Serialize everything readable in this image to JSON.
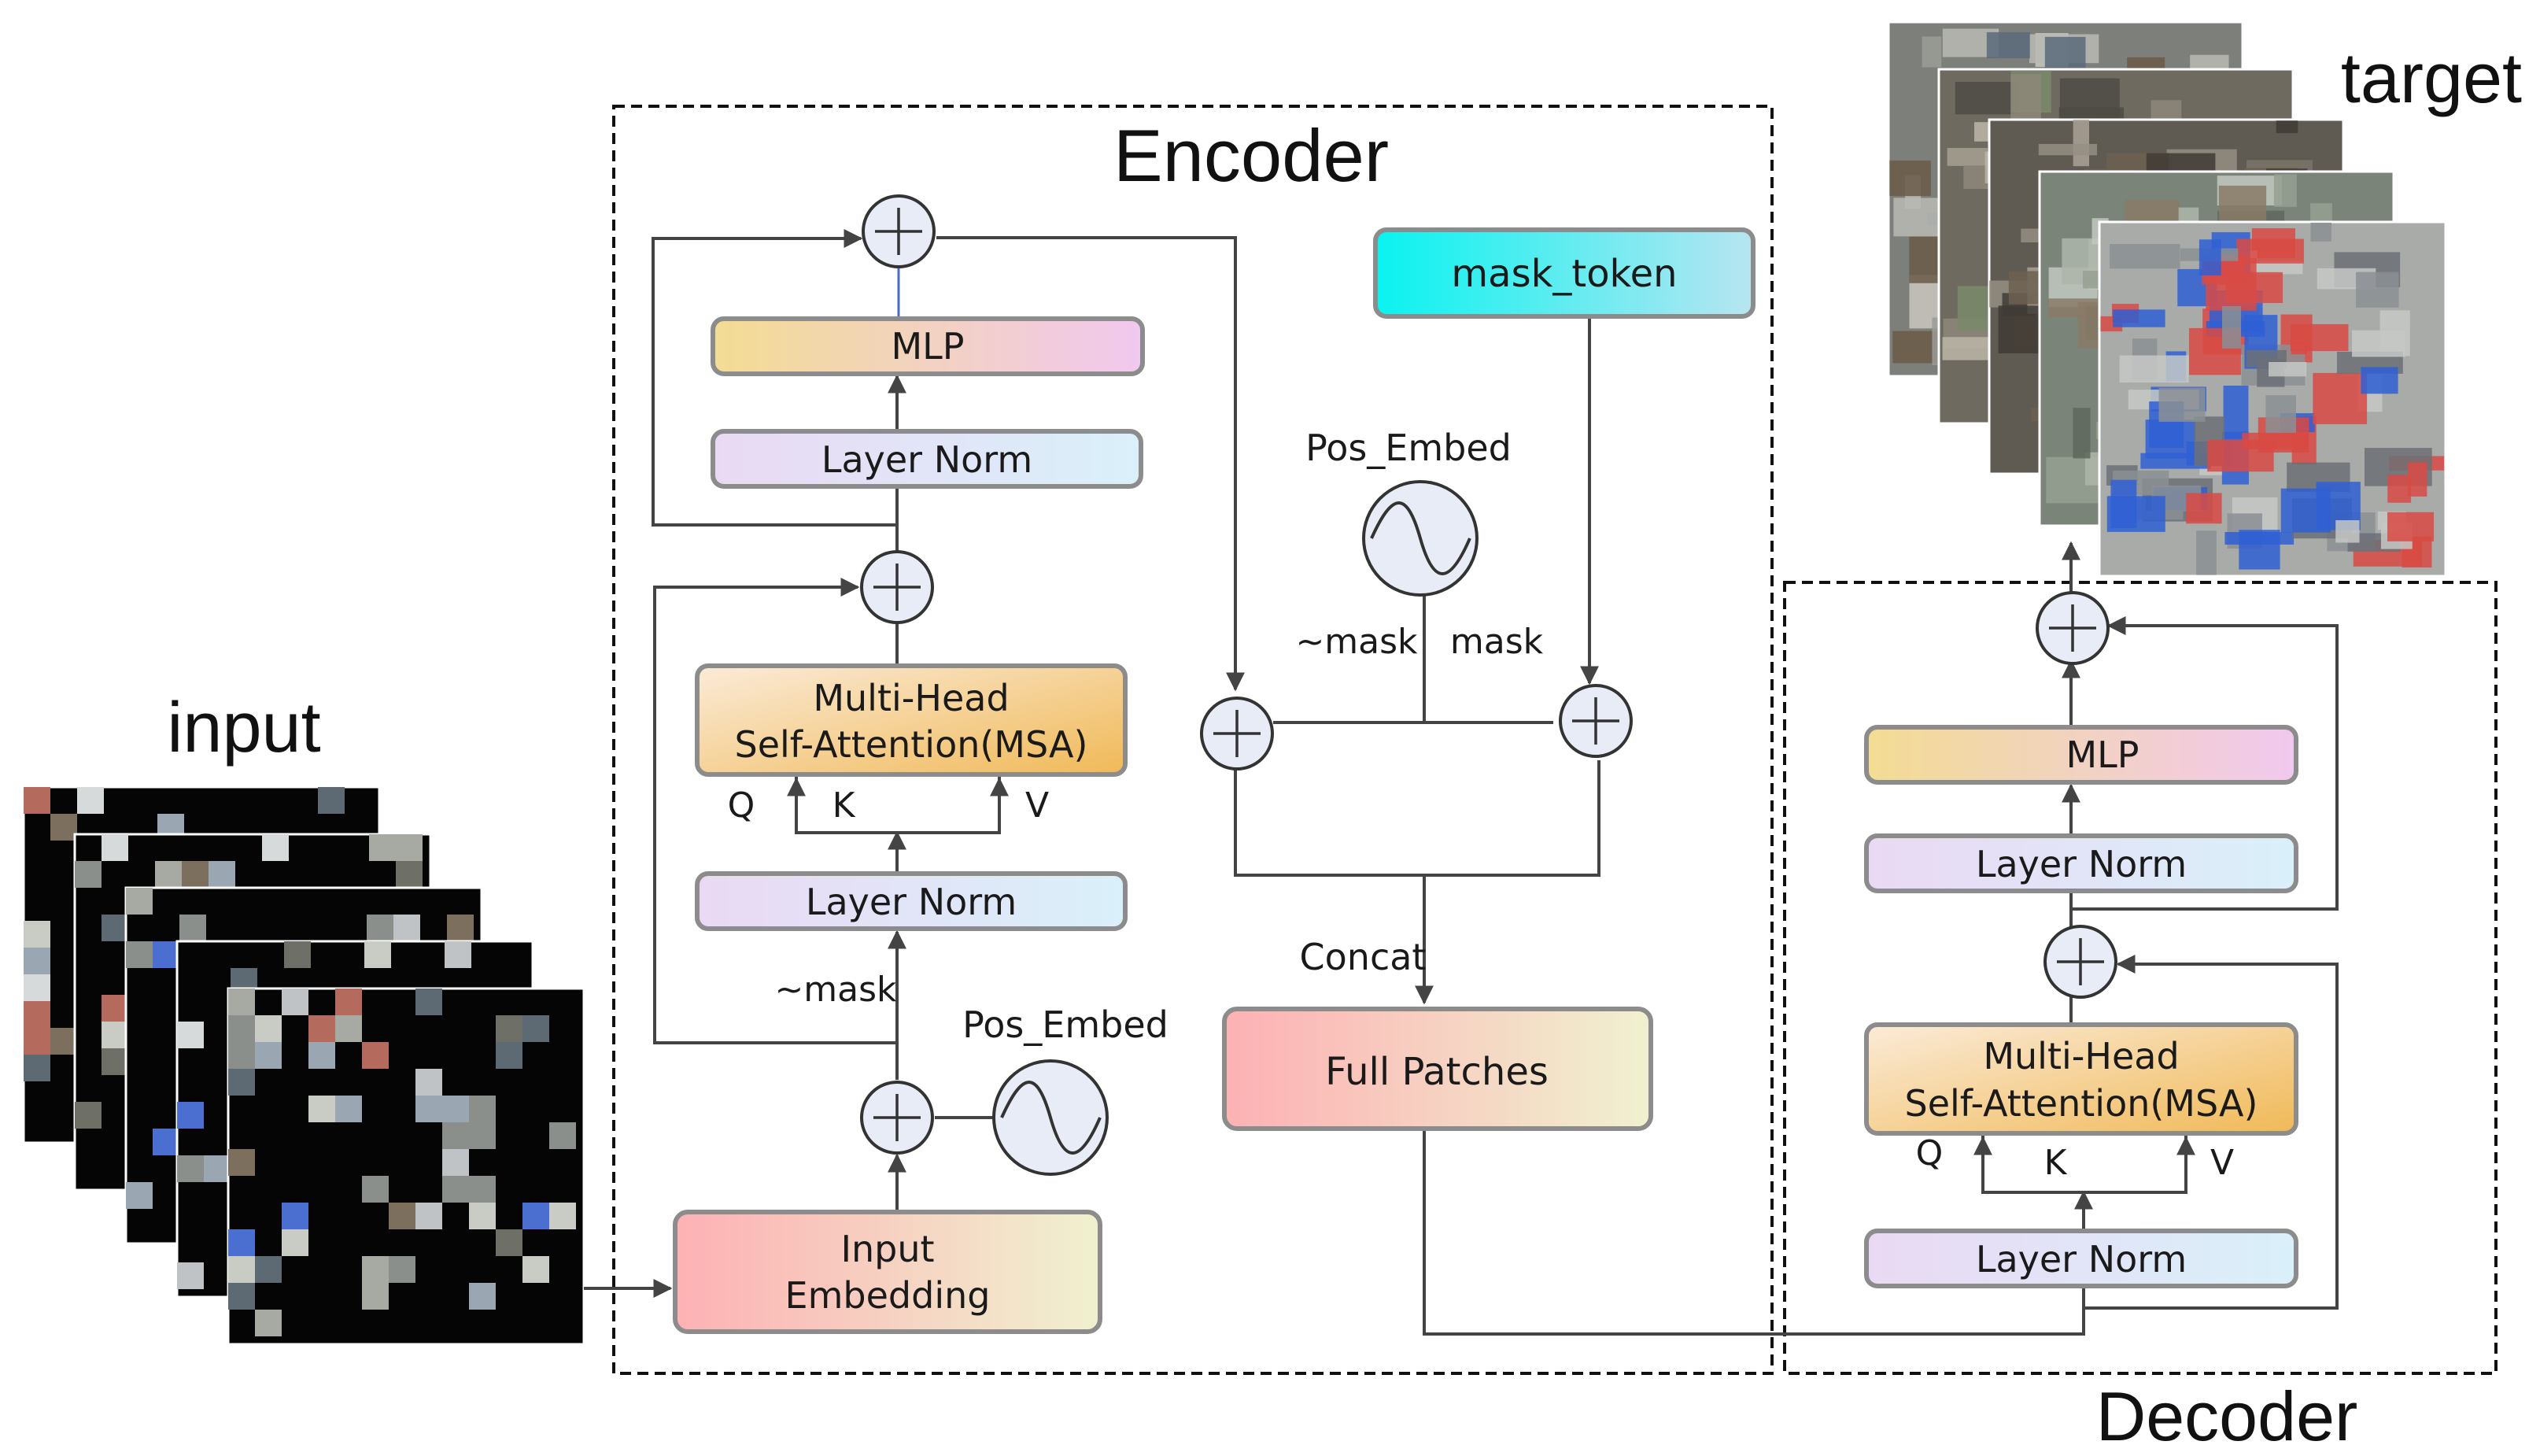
{
  "labels": {
    "input": "input",
    "target": "target",
    "encoder": "Encoder",
    "decoder": "Decoder"
  },
  "encoder": {
    "mlp": "MLP",
    "layer_norm_top": "Layer Norm",
    "msa_line1": "Multi-Head",
    "msa_line2": "Self-Attention(MSA)",
    "q": "Q",
    "k": "K",
    "v": "V",
    "layer_norm_bottom": "Layer Norm",
    "mask_not": "~mask",
    "pos_embed": "Pos_Embed",
    "input_embedding_line1": "Input",
    "input_embedding_line2": "Embedding"
  },
  "middle": {
    "mask_token": "mask_token",
    "pos_embed": "Pos_Embed",
    "mask_not": "~mask",
    "mask": "mask",
    "concat": "Concat",
    "full_patches": "Full Patches"
  },
  "decoder": {
    "mlp": "MLP",
    "layer_norm_top": "Layer Norm",
    "msa_line1": "Multi-Head",
    "msa_line2": "Self-Attention(MSA)",
    "q": "Q",
    "k": "K",
    "v": "V",
    "layer_norm_bottom": "Layer Norm"
  },
  "colors": {
    "mlp_gradient": [
      "#f3dc93",
      "#f1c8ef"
    ],
    "layer_norm_gradient": [
      "#ead9f4",
      "#d9f0fa"
    ],
    "msa_gradient": [
      "#fbebd8",
      "#f0b957"
    ],
    "embedding_gradient": [
      "#fdb1b4",
      "#f0f1cf"
    ],
    "mask_token_gradient": [
      "#08f3f0",
      "#b8e5f1"
    ],
    "node_fill": "#e8ecf7"
  }
}
